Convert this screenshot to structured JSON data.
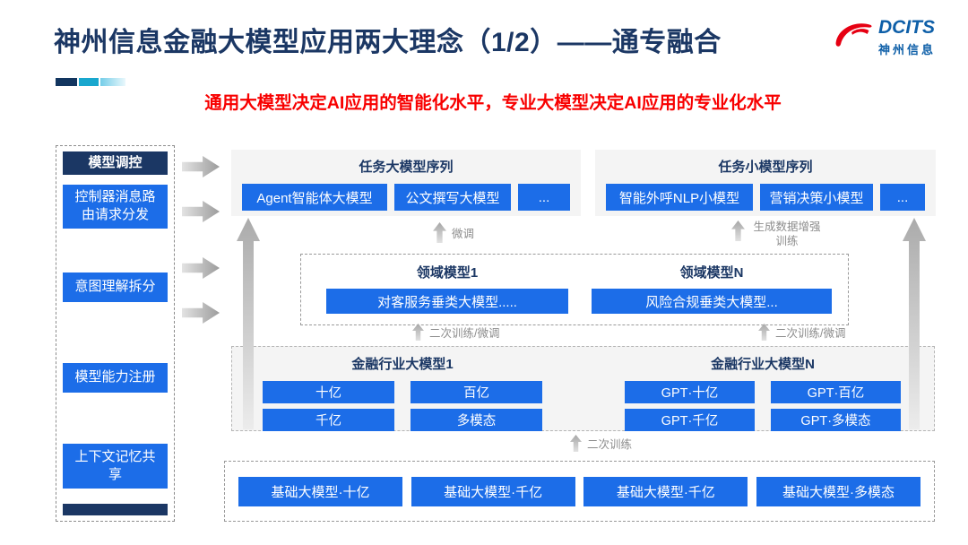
{
  "header": {
    "title": "神州信息金融大模型应用两大理念（1/2）——通专融合",
    "subtitle": "通用大模型决定AI应用的智能化水平，专业大模型决定AI应用的专业化水平",
    "logo": {
      "brand": "DCITS",
      "brand_cn": "神州信息"
    }
  },
  "colors": {
    "navy": "#1B3764",
    "blue": "#1C6DE8",
    "red": "#F80000",
    "panel_gray": "#F4F4F4",
    "arrow_gray": "#A6A6A6"
  },
  "sidebar": {
    "header": "模型调控",
    "items": [
      "控制器消息路由请求分发",
      "意图理解拆分",
      "模型能力注册",
      "上下文记忆共享"
    ]
  },
  "diagram": {
    "task_large": {
      "title": "任务大模型序列",
      "items": [
        "Agent智能体大模型",
        "公文撰写大模型",
        "..."
      ]
    },
    "task_small": {
      "title": "任务小模型序列",
      "items": [
        "智能外呼NLP小模型",
        "营销决策小模型",
        "..."
      ]
    },
    "labels": {
      "fine_tune": "微调",
      "data_augment": "生成数据增强训练",
      "retrain_left": "二次训练/微调",
      "retrain_right": "二次训练/微调",
      "retrain_bottom": "二次训练"
    },
    "domain": {
      "left": {
        "title": "领域模型1",
        "item": "对客服务垂类大模型....."
      },
      "right": {
        "title": "领域模型N",
        "item": "风险合规垂类大模型..."
      }
    },
    "industry": {
      "left": {
        "title": "金融行业大模型1",
        "items": [
          "十亿",
          "百亿",
          "千亿",
          "多模态"
        ]
      },
      "right": {
        "title": "金融行业大模型N",
        "items": [
          "GPT·十亿",
          "GPT·百亿",
          "GPT·千亿",
          "GPT·多模态"
        ]
      }
    },
    "base": {
      "items": [
        "基础大模型·十亿",
        "基础大模型·千亿",
        "基础大模型·千亿",
        "基础大模型·多模态"
      ]
    }
  }
}
